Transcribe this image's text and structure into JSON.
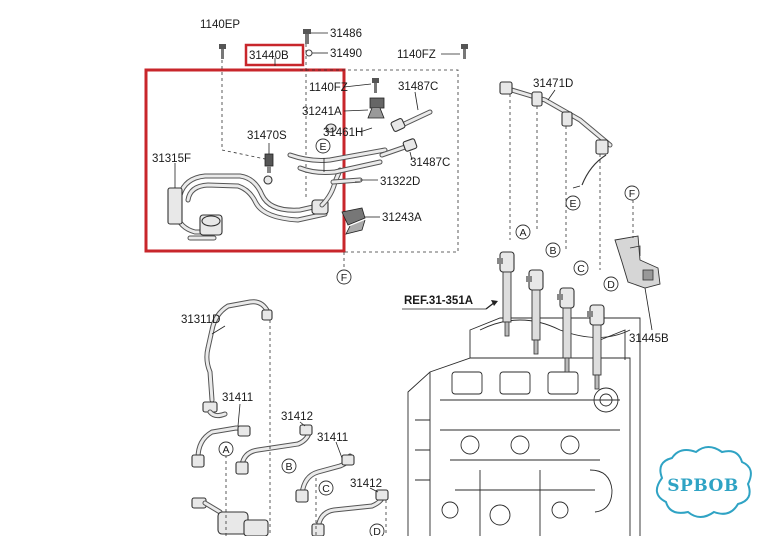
{
  "labels": {
    "p1140EP": "1140EP",
    "p31486": "31486",
    "p31440B": "31440B",
    "p31490": "31490",
    "p1140FZ_top": "1140FZ",
    "p1140FZ_inner": "1140FZ",
    "p31487C_a": "31487C",
    "p31241A": "31241A",
    "p31461H": "31461H",
    "p31470S": "31470S",
    "p31315F": "31315F",
    "p31487C_b": "31487C",
    "p31322D": "31322D",
    "p31243A": "31243A",
    "p31471D": "31471D",
    "pREF": "REF.31-351A",
    "p31445B": "31445B",
    "p31311D": "31311D",
    "p31411_a": "31411",
    "p31412_a": "31412",
    "p31411_b": "31411",
    "p31412_b": "31412"
  },
  "circle_markers": {
    "E_left": "E",
    "E_right": "E",
    "F_top": "F",
    "F_bottom": "F",
    "A_inj": "A",
    "B_inj": "B",
    "C_inj": "C",
    "D_inj": "D",
    "A_pipe": "A",
    "B_pipe": "B",
    "C_pipe": "C",
    "D_pipe": "D"
  },
  "highlight": {
    "color": "#c8262b"
  },
  "watermark": {
    "text": "SPBOB",
    "color": "#2fa3c4"
  }
}
